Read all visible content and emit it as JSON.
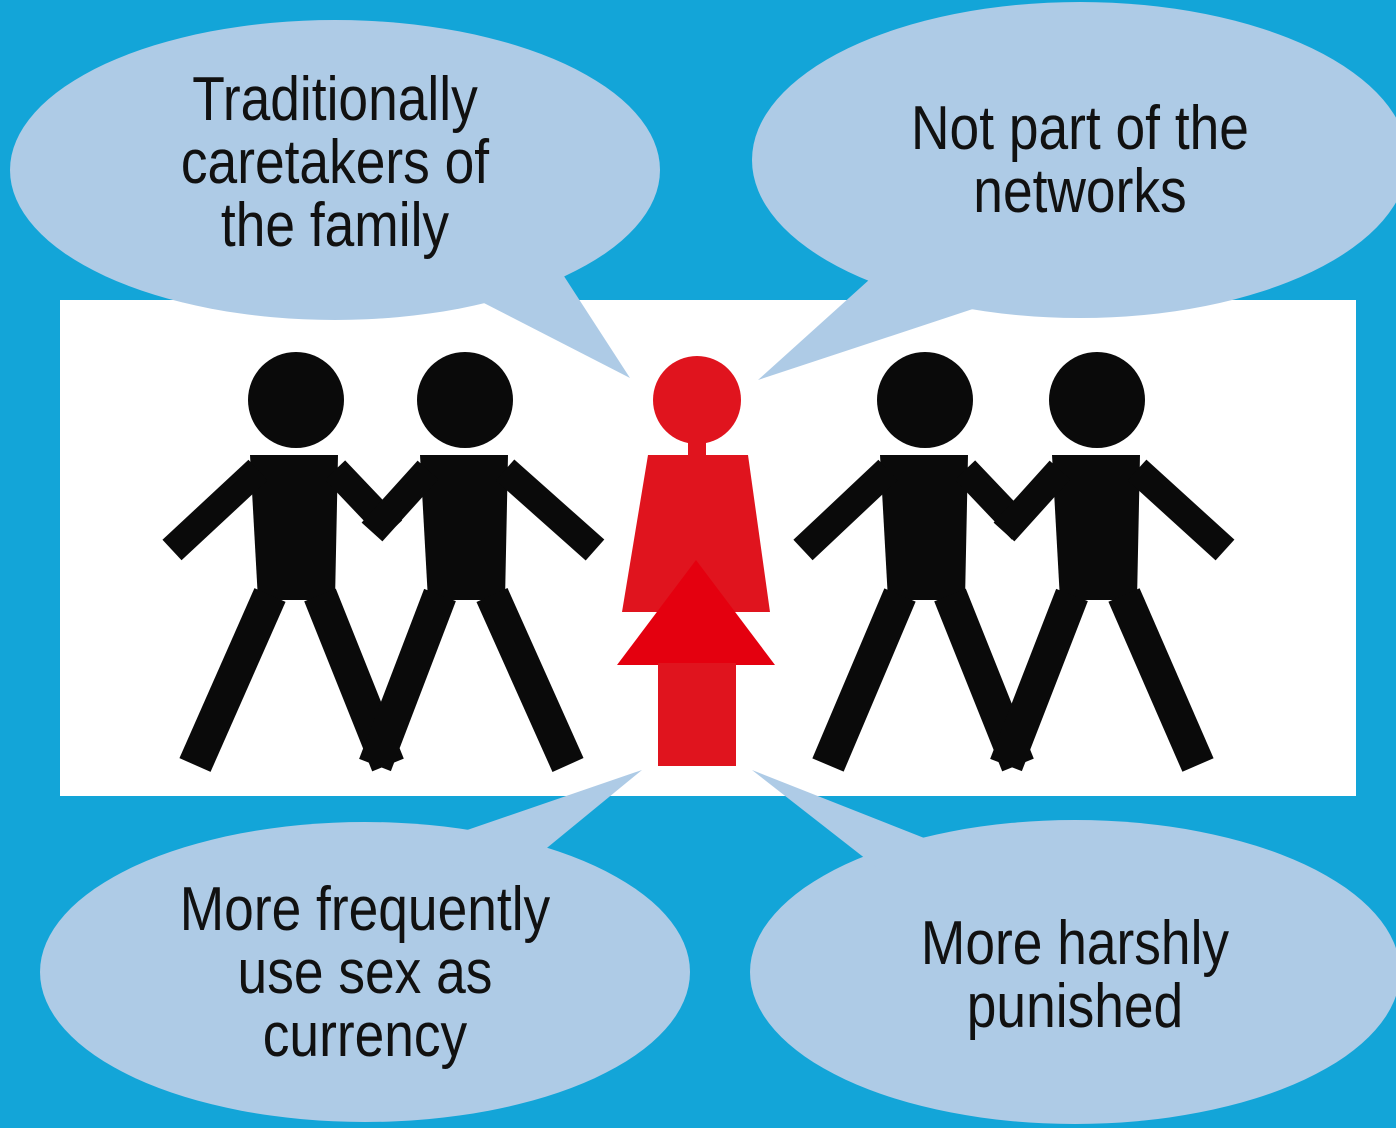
{
  "background_color": "#13a5d8",
  "bubble_color": "#aecbe6",
  "panel_color": "#ffffff",
  "figure_color": "#0a0a0a",
  "highlight_color": "#e0141e",
  "arrow_color": "#e4000f",
  "bubbles": {
    "top_left": "Traditionally\ncaretakers of\nthe family",
    "top_right": "Not part of the\nnetworks",
    "bottom_left": "More frequently\nuse sex as\ncurrency",
    "bottom_right": "More harshly\npunished"
  },
  "figures": [
    {
      "icon": "man-figure-icon"
    },
    {
      "icon": "man-figure-icon"
    },
    {
      "icon": "woman-figure-icon",
      "highlighted": true
    },
    {
      "icon": "man-figure-icon"
    },
    {
      "icon": "man-figure-icon"
    }
  ],
  "arrow": {
    "icon": "up-arrow-icon",
    "direction": "up"
  }
}
